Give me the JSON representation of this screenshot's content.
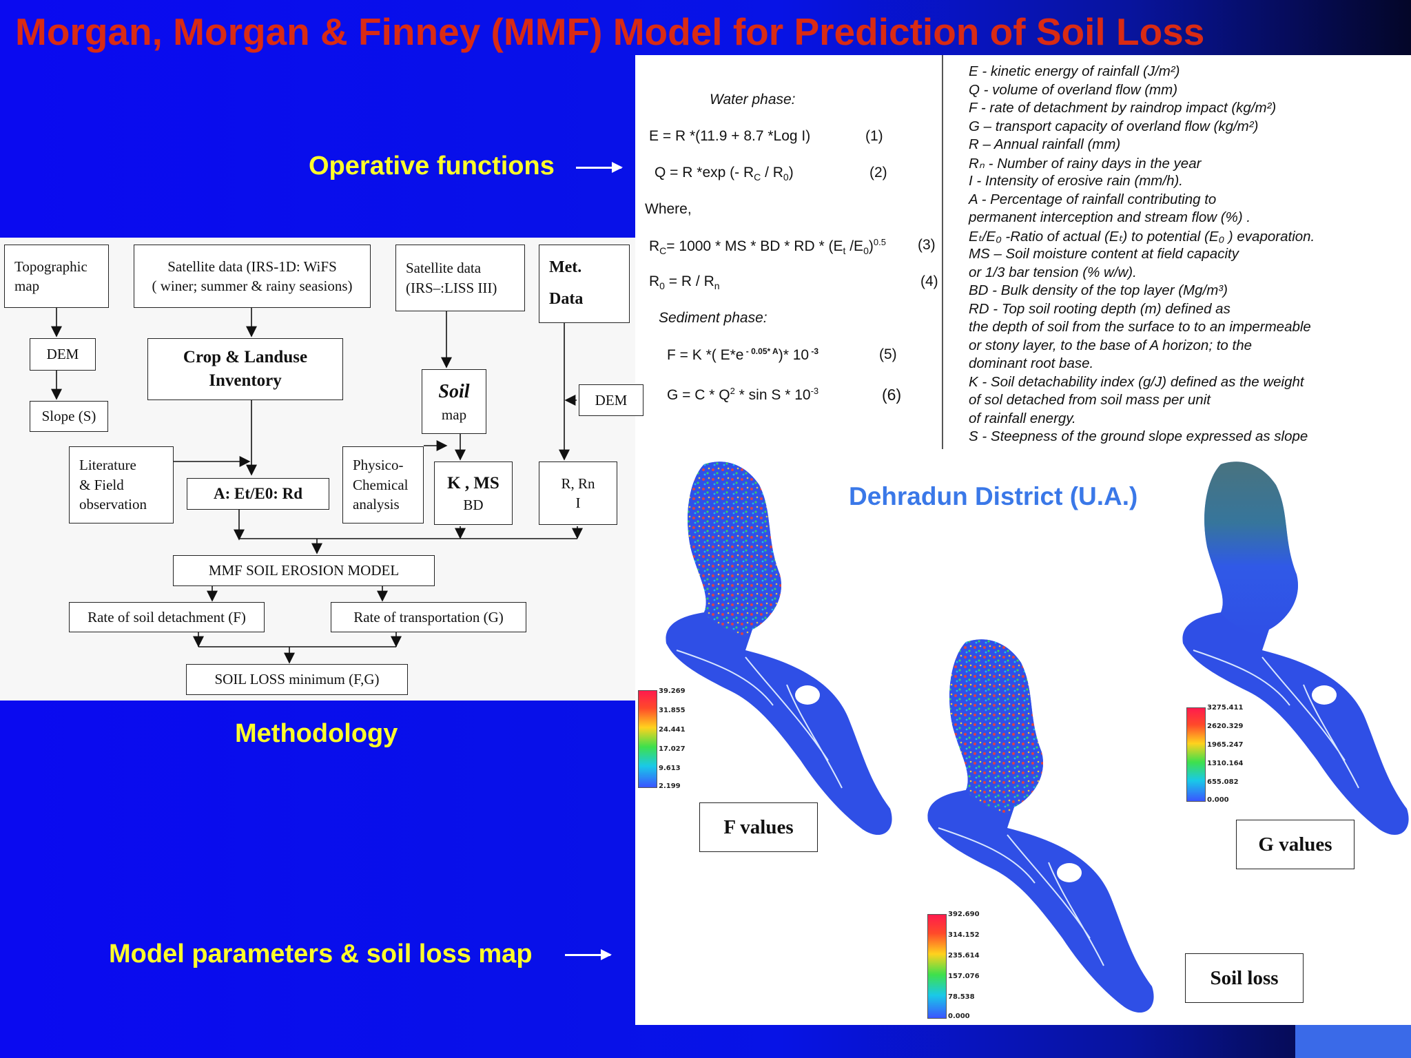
{
  "title": "Morgan, Morgan & Finney (MMF) Model for Prediction of Soil Loss",
  "labels": {
    "operative": "Operative functions",
    "methodology": "Methodology",
    "model_maps": "Model parameters & soil loss map"
  },
  "equations": {
    "water_phase": "Water phase:",
    "eq1": "E = R *(11.9 + 8.7 *Log I)",
    "eq1_num": "(1)",
    "eq2_a": "Q = R *exp (- R",
    "eq2_b": "C",
    "eq2_c": " / R",
    "eq2_d": "0",
    "eq2_e": ")",
    "eq2_num": "(2)",
    "where": "Where,",
    "eq3_a": "R",
    "eq3_b": "C",
    "eq3_c": "= 1000 * MS * BD *  RD * (E",
    "eq3_d": "t",
    "eq3_e": " /E",
    "eq3_f": "0",
    "eq3_g": ")",
    "eq3_h": "0.5",
    "eq3_num": "(3)",
    "eq4_a": "R",
    "eq4_b": "0",
    "eq4_c": " = R / R",
    "eq4_d": "n",
    "eq4_num": "(4)",
    "sediment_phase": "Sediment phase:",
    "eq5_a": "F =  K *( E*e",
    "eq5_b": " - 0.05* A",
    "eq5_c": ")* 10",
    "eq5_d": " -3",
    "eq5_num": "(5)",
    "eq6_a": "G = C * Q",
    "eq6_b": "2",
    "eq6_c": " * sin S * 10",
    "eq6_d": "-3",
    "eq6_num": "(6)"
  },
  "definitions": [
    "E - kinetic energy of rainfall (J/m²)",
    "Q -  volume of overland flow (mm)",
    "F - rate of detachment by raindrop impact    (kg/m²)",
    "G – transport capacity of overland flow (kg/m²)",
    "R – Annual rainfall (mm)",
    "Rₙ - Number of rainy days in the year",
    "I  -   Intensity of erosive rain (mm/h).",
    "A -   Percentage of rainfall  contributing to",
    "      permanent interception and   stream flow (%) .",
    "Eₜ/E₀ -Ratio of actual (Eₜ) to potential (E₀ ) evaporation.",
    "MS – Soil moisture content at field capacity",
    "        or 1/3 bar tension (% w/w).",
    "BD -  Bulk density of the top layer (Mg/m³)",
    "RD - Top soil rooting depth (m) defined as",
    "       the depth of soil from the surface to to an impermeable",
    "      or stony layer, to the base of A horizon; to the",
    "      dominant root base.",
    "K  -  Soil detachability index (g/J) defined as  the weight",
    "     of sol detached from soil mass per unit",
    "     of rainfall    energy.",
    "S -   Steepness  of  the ground slope expressed as slope"
  ],
  "flowchart": {
    "topo_1": "Topographic",
    "topo_2": "map",
    "sat1_1": "Satellite data (IRS-1D: WiFS",
    "sat1_2": "( winer; summer & rainy seasions)",
    "sat2_1": "Satellite data",
    "sat2_2": "(IRS–:LISS III)",
    "met_1": "Met.",
    "met_2": "Data",
    "dem": "DEM",
    "slope": "Slope (S)",
    "crop_1": "Crop & Landuse",
    "crop_2": "Inventory",
    "soil_1": "Soil",
    "soil_2": "map",
    "dem2": "DEM",
    "lit_1": "Literature",
    "lit_2": "& Field",
    "lit_3": "observation",
    "aetrd": "A:   Et/E0:   Rd",
    "phys_1": "Physico-",
    "phys_2": "Chemical",
    "phys_3": "analysis",
    "kms_1": "K , MS",
    "kms_2": "BD",
    "rrn_1": "R, Rn",
    "rrn_2": "I",
    "mmf": "MMF SOIL EROSION MODEL",
    "detach": "Rate of soil detachment (F)",
    "transport": "Rate of transportation (G)",
    "soilloss": "SOIL LOSS minimum  (F,G)"
  },
  "maps": {
    "district": "Dehradun District (U.A.)",
    "f_label": "F values",
    "g_label": "G values",
    "sl_label": "Soil loss",
    "f_ticks": [
      "39.269",
      "31.855",
      "24.441",
      "17.027",
      "9.613",
      "2.199"
    ],
    "g_ticks": [
      "3275.411",
      "2620.329",
      "1965.247",
      "1310.164",
      "655.082",
      "0.000"
    ],
    "sl_ticks": [
      "392.690",
      "314.152",
      "235.614",
      "157.076",
      "78.538",
      "0.000"
    ]
  }
}
